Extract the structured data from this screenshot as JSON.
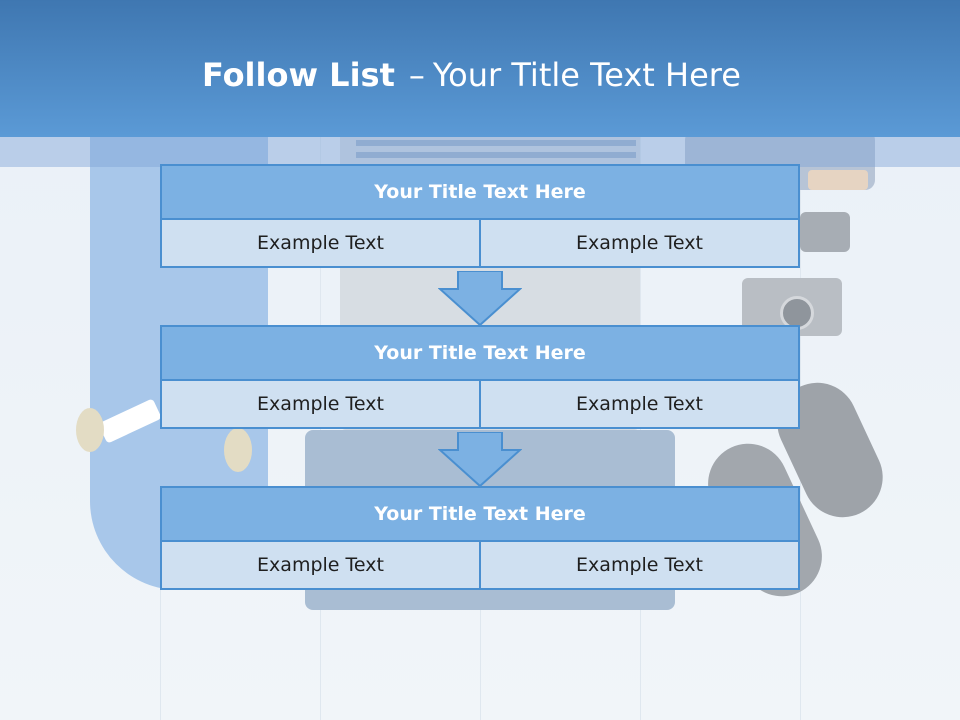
{
  "header": {
    "title_bold": "Follow List",
    "title_sep": "–",
    "title_rest": "Your Title Text Here"
  },
  "blocks": [
    {
      "title": "Your Title Text Here",
      "left": "Example Text",
      "right": "Example Text"
    },
    {
      "title": "Your Title Text Here",
      "left": "Example Text",
      "right": "Example Text"
    },
    {
      "title": "Your Title Text Here",
      "left": "Example Text",
      "right": "Example Text"
    }
  ],
  "colors": {
    "header": "#4f8ccc",
    "block_title_fill": "#7cb1e3",
    "block_border": "#4a8fd0",
    "cell_fill": "#cfe0f1"
  }
}
